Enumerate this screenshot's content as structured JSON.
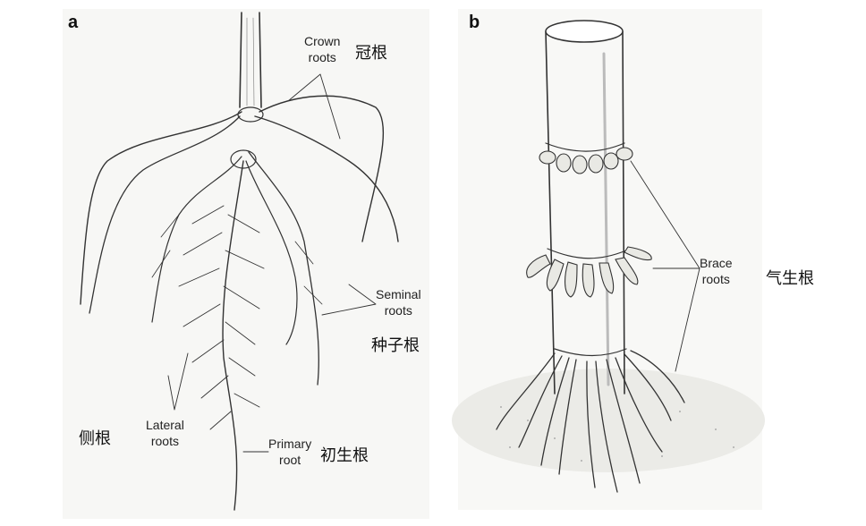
{
  "panel_a": {
    "letter": "a",
    "labels": {
      "crown_line1": "Crown",
      "crown_line2": "roots",
      "seminal_line1": "Seminal",
      "seminal_line2": "roots",
      "lateral_line1": "Lateral",
      "lateral_line2": "roots",
      "primary_line1": "Primary",
      "primary_line2": "root"
    },
    "chinese": {
      "crown": "冠根",
      "seminal": "种子根",
      "lateral": "侧根",
      "primary": "初生根"
    }
  },
  "panel_b": {
    "letter": "b",
    "labels": {
      "brace_line1": "Brace",
      "brace_line2": "roots"
    },
    "chinese": {
      "brace": "气生根"
    }
  }
}
